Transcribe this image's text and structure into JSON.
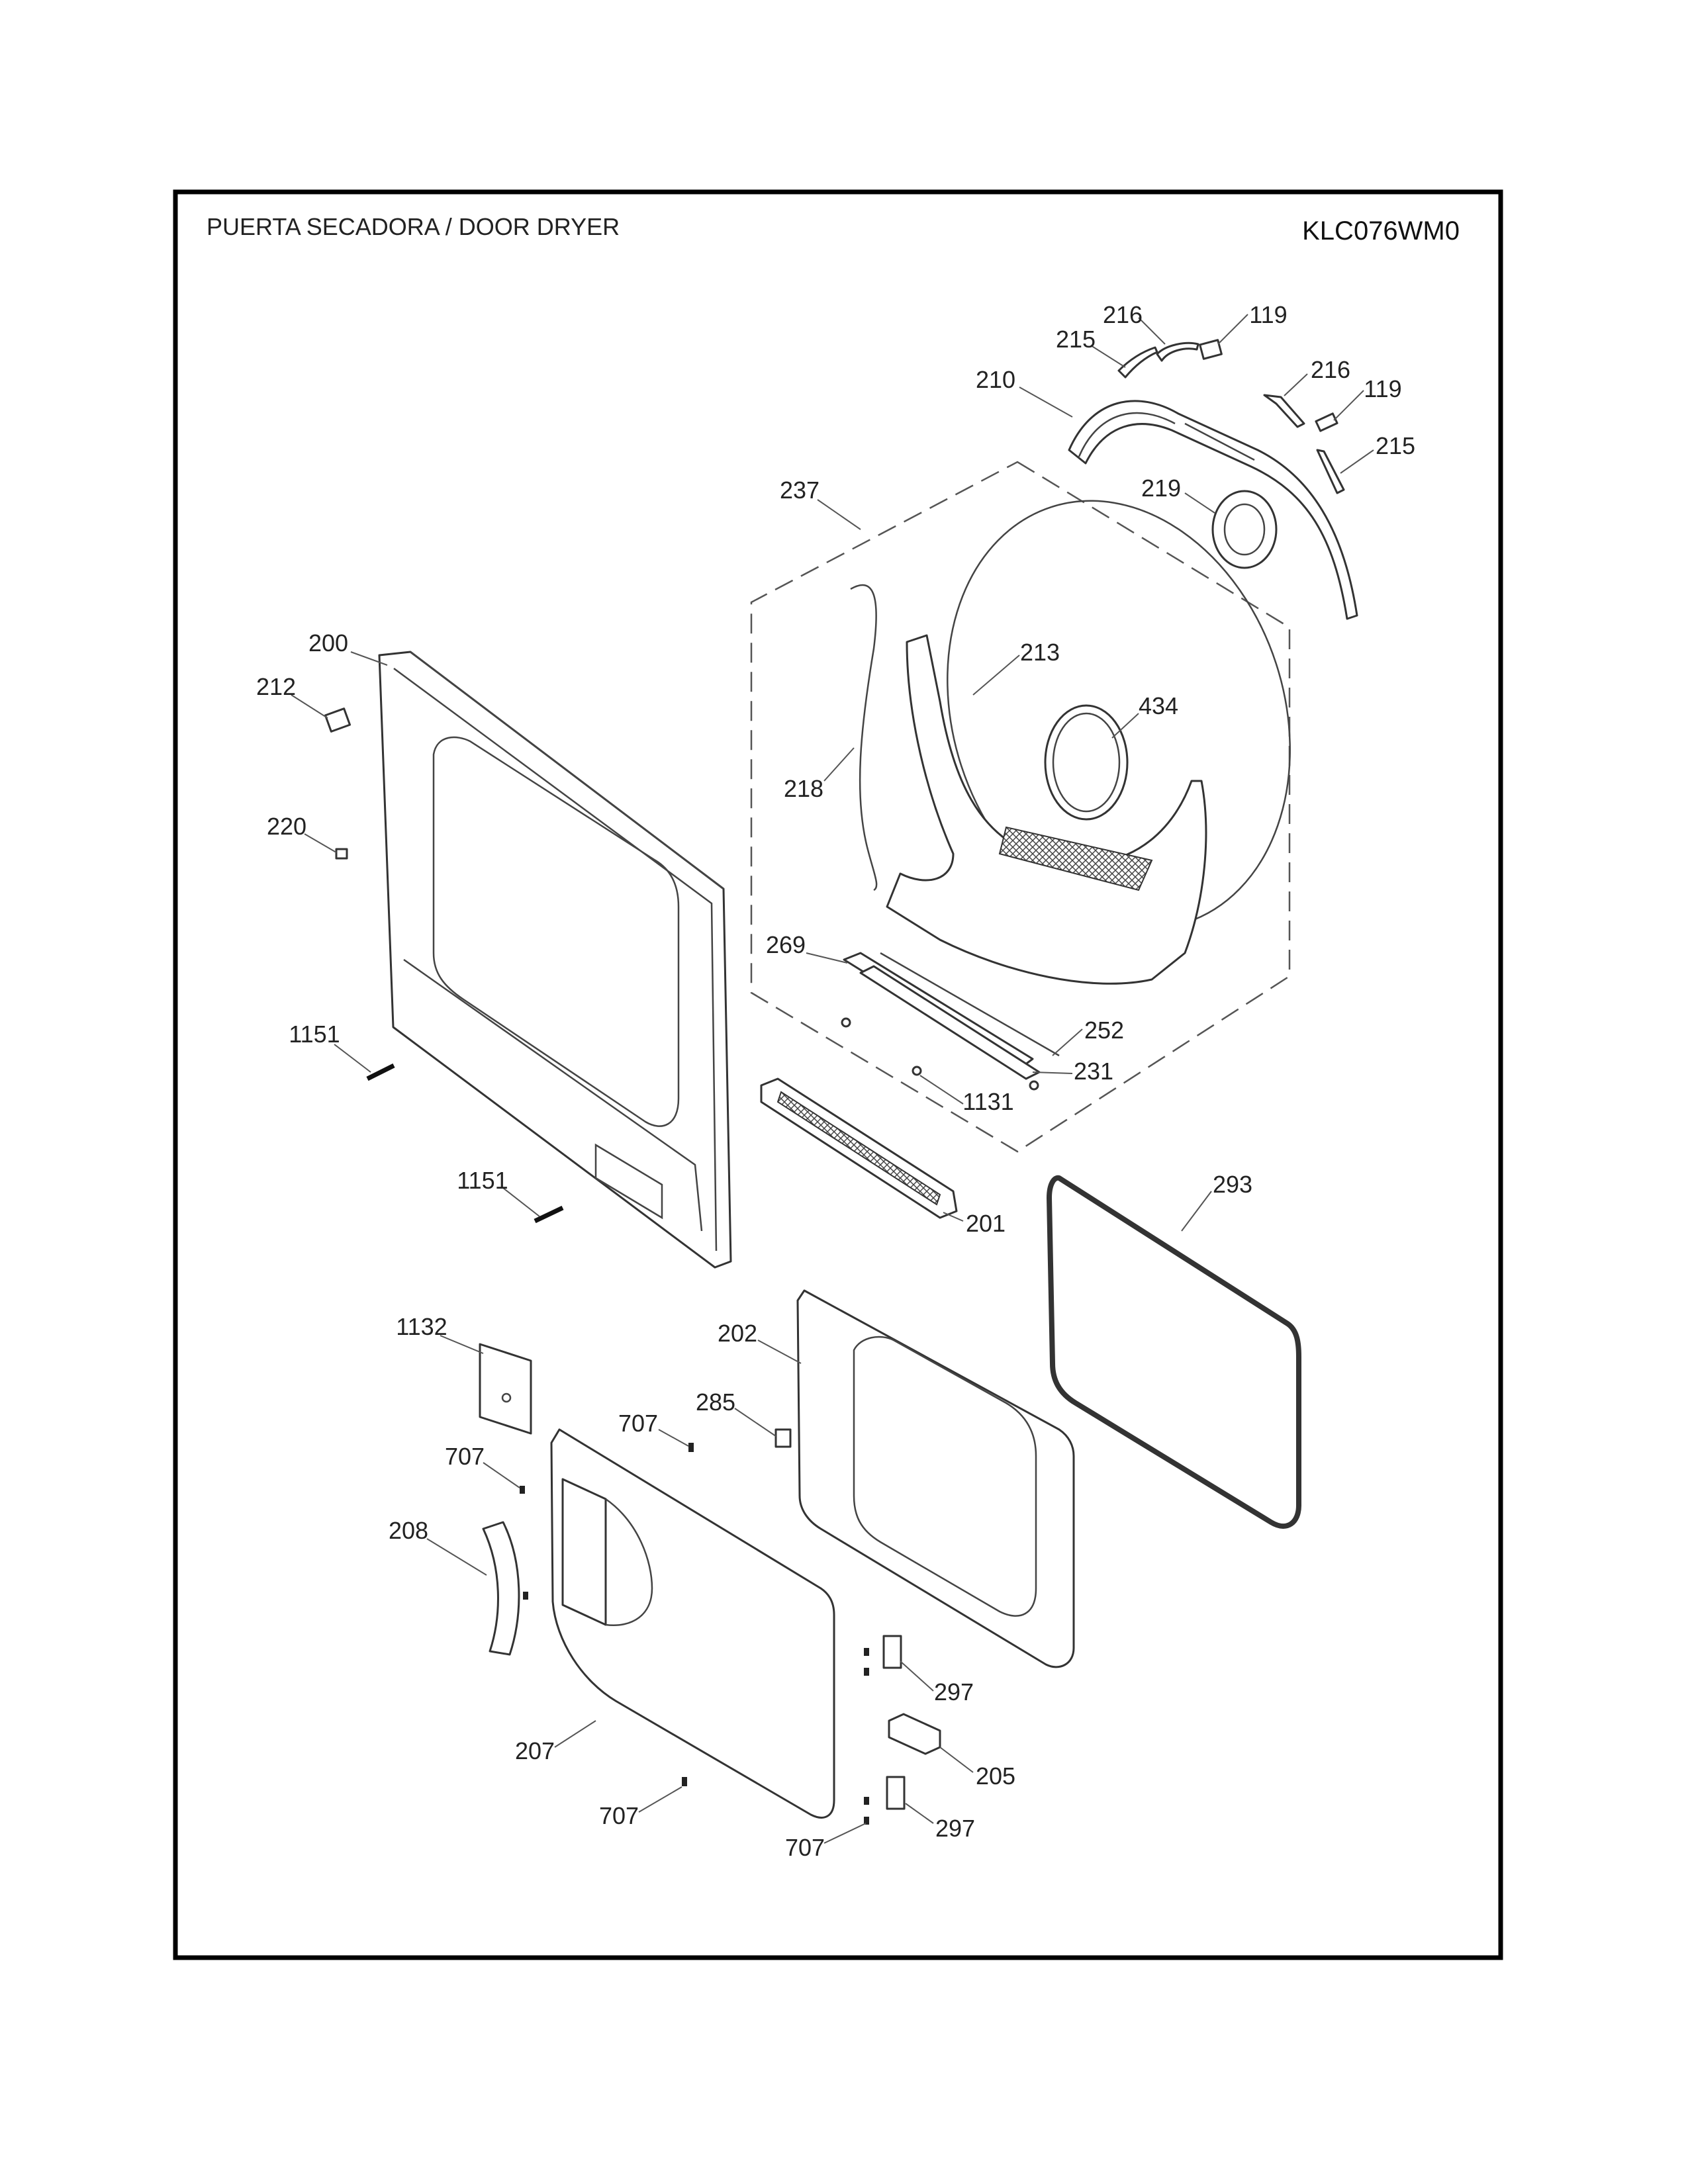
{
  "header": {
    "title": "PUERTA SECADORA / DOOR DRYER",
    "model": "KLC076WM0"
  },
  "labels": [
    "216",
    "119",
    "215",
    "210",
    "216",
    "119",
    "215",
    "237",
    "219",
    "200",
    "213",
    "212",
    "434",
    "218",
    "220",
    "269",
    "252",
    "1151",
    "231",
    "1131",
    "1151",
    "293",
    "201",
    "1132",
    "202",
    "285",
    "707",
    "707",
    "208",
    "297",
    "207",
    "205",
    "707",
    "297",
    "707"
  ]
}
